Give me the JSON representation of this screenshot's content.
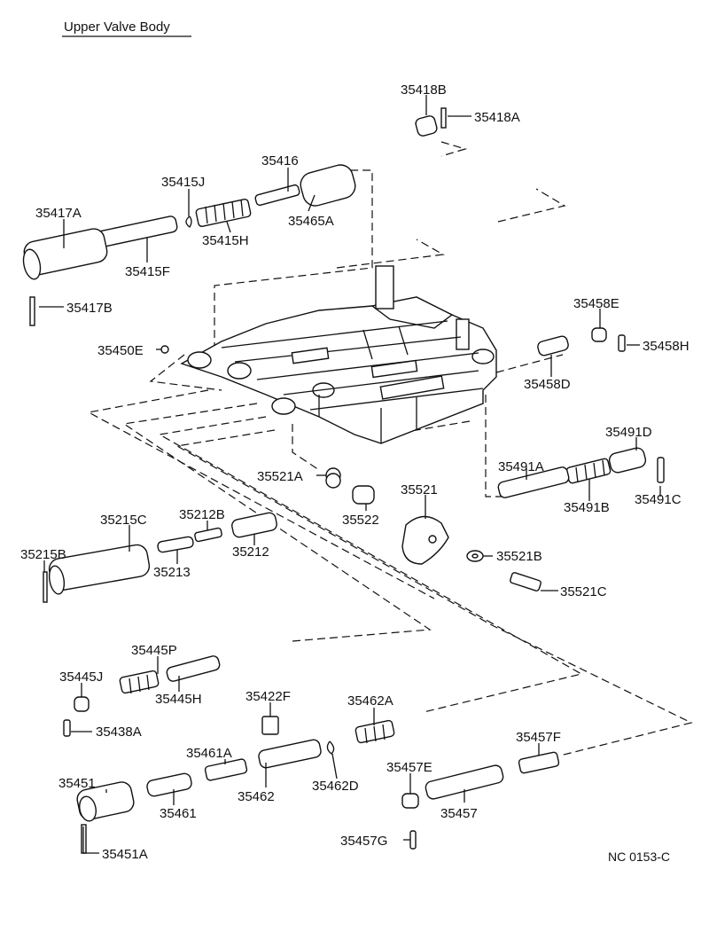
{
  "title": "Upper Valve Body",
  "drawing_code": "NC  0153-C",
  "labels": {
    "p35418B": "35418B",
    "p35418A": "35418A",
    "p35416": "35416",
    "p35415J": "35415J",
    "p35417A": "35417A",
    "p35465A": "35465A",
    "p35415H": "35415H",
    "p35415F": "35415F",
    "p35417B": "35417B",
    "p35458E": "35458E",
    "p35458H": "35458H",
    "p35450E": "35450E",
    "p35458D": "35458D",
    "p35491D": "35491D",
    "p35521A": "35521A",
    "p35491A": "35491A",
    "p35521": "35521",
    "p35491B": "35491B",
    "p35491C": "35491C",
    "p35215C": "35215C",
    "p35212B": "35212B",
    "p35522": "35522",
    "p35215B": "35215B",
    "p35212": "35212",
    "p35521B": "35521B",
    "p35213": "35213",
    "p35521C": "35521C",
    "p35445P": "35445P",
    "p35445J": "35445J",
    "p35445H": "35445H",
    "p35422F": "35422F",
    "p35462A": "35462A",
    "p35457F": "35457F",
    "p35438A": "35438A",
    "p35461A": "35461A",
    "p35457E": "35457E",
    "p35451": "35451",
    "p35462": "35462",
    "p35462D": "35462D",
    "p35461": "35461",
    "p35457": "35457",
    "p35451A": "35451A",
    "p35457G": "35457G"
  }
}
